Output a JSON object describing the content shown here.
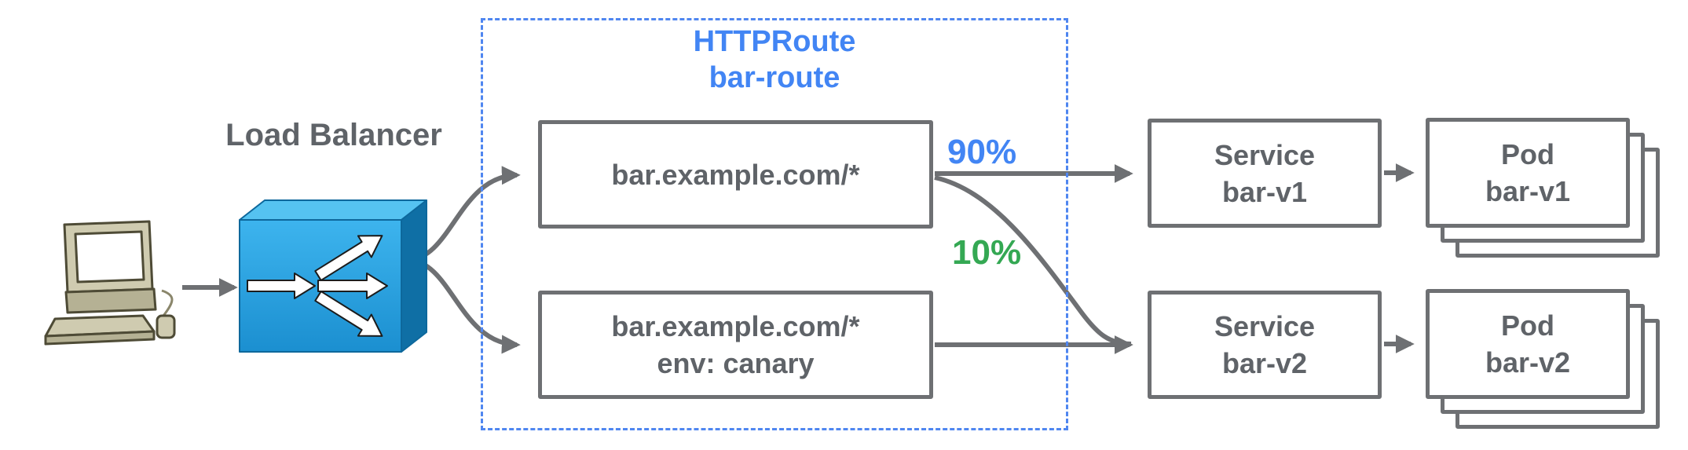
{
  "colors": {
    "accent_blue": "#4285f4",
    "accent_green": "#34a853",
    "text_gray": "#5f6368",
    "border_gray": "#6e7073",
    "dashed_border_blue": "#4f86f0",
    "load_balancer_blue": "#29a8e0"
  },
  "client": {
    "icon": "retro-computer"
  },
  "load_balancer": {
    "label": "Load Balancer",
    "icon": "load-balancer-3d-box"
  },
  "httproute": {
    "title": "HTTPRoute",
    "name": "bar-route",
    "rules": [
      {
        "host": "bar.example.com/*"
      },
      {
        "host": "bar.example.com/*",
        "header": "env: canary"
      }
    ]
  },
  "weights": {
    "primary": "90%",
    "canary": "10%"
  },
  "services": [
    {
      "kind": "Service",
      "name": "bar-v1"
    },
    {
      "kind": "Service",
      "name": "bar-v2"
    }
  ],
  "pods": [
    {
      "kind": "Pod",
      "name": "bar-v1"
    },
    {
      "kind": "Pod",
      "name": "bar-v2"
    }
  ]
}
